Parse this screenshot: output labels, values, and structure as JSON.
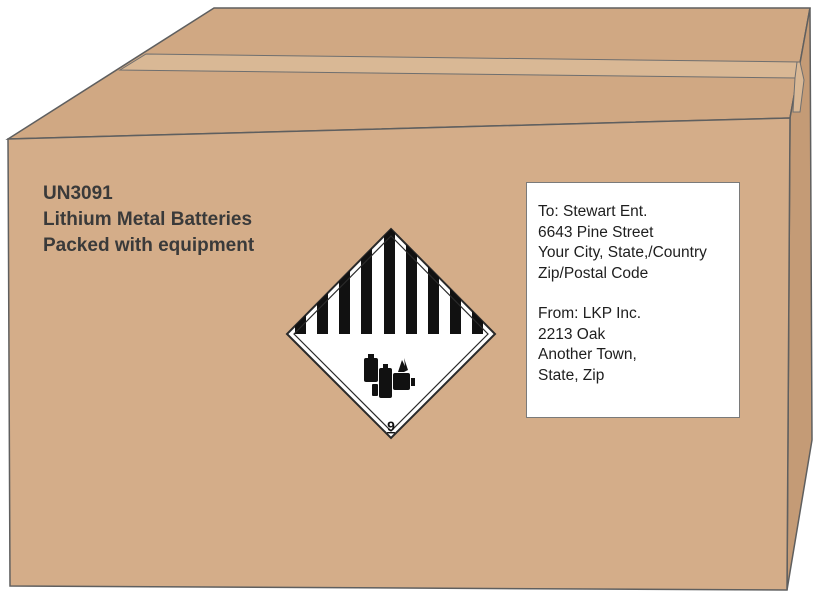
{
  "package": {
    "marking": {
      "un_number": "UN3091",
      "proper_name": "Lithium Metal Batteries",
      "packing_note": "Packed with equipment"
    },
    "hazard_label": {
      "class_number": "9",
      "icon": "battery-cells-icon"
    },
    "address_label": {
      "to": {
        "line1": "To:  Stewart Ent.",
        "line2": "6643 Pine Street",
        "line3": "Your City, State,/Country",
        "line4": "Zip/Postal Code"
      },
      "from": {
        "line1": "From:  LKP Inc.",
        "line2": "2213 Oak",
        "line3": "Another Town,",
        "line4": "State, Zip"
      }
    }
  },
  "colors": {
    "box_front": "#d4ad89",
    "box_top": "#d0a883",
    "box_side": "#c49b76",
    "outline": "#5f5f5f"
  }
}
